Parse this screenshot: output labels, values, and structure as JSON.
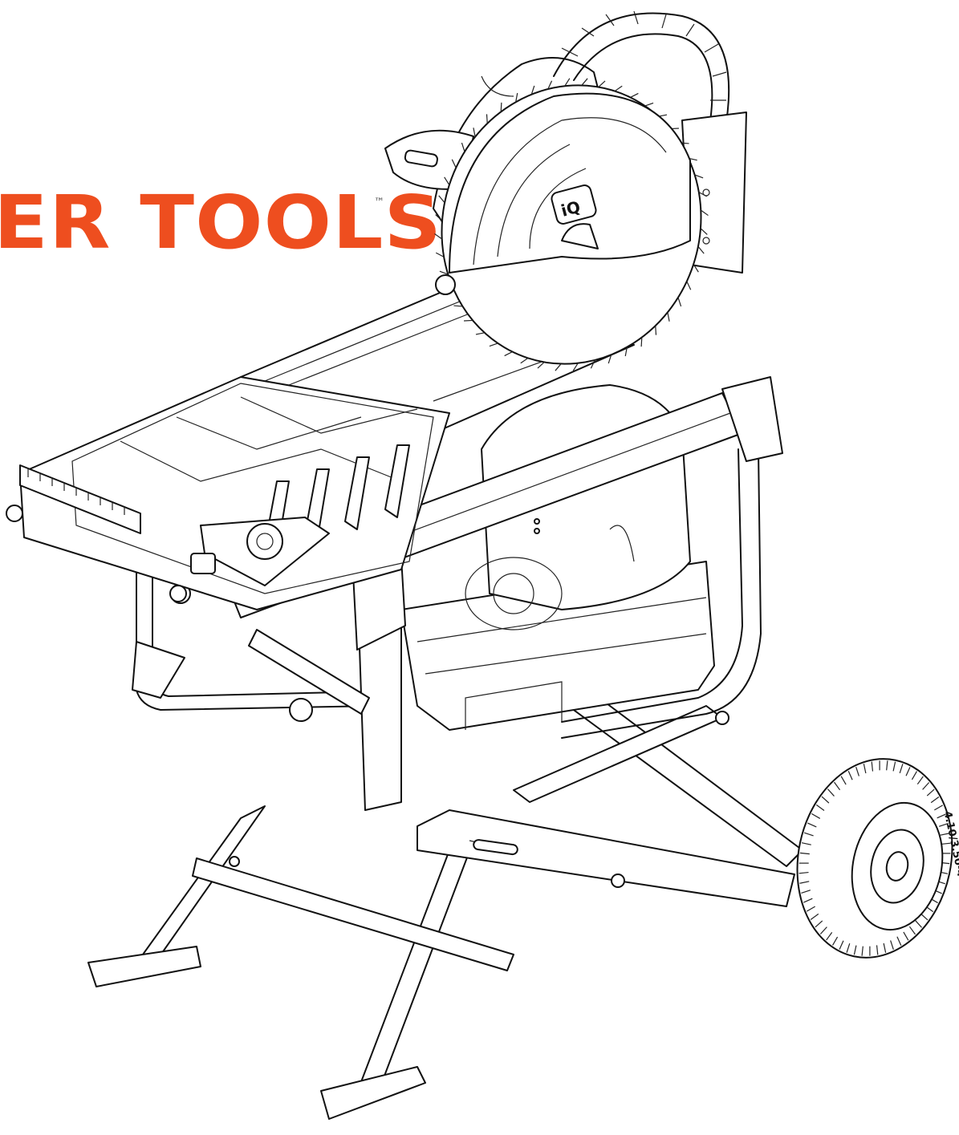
{
  "brand": {
    "text": "ER TOOLS",
    "trademark": "™",
    "color": "#ee4e1f"
  },
  "product": {
    "blade_guard_logo": "iQ",
    "wheel_tire_label": "4.10/3.50-4"
  },
  "icons": [
    "masonry-saw-illustration",
    "saw-blade-icon",
    "wheel-icon"
  ]
}
